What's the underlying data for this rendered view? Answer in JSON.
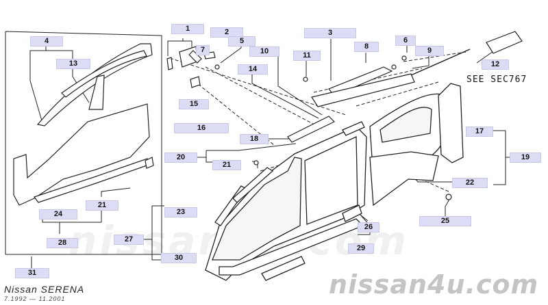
{
  "diagram": {
    "vehicle_title": "Nissan SERENA",
    "production_range": "7.1992 — 11.2001",
    "watermark_text": "nissan4u.com",
    "reference_note": "SEE SEC767",
    "label_color": "#dcdcf4",
    "line_color": "#222222",
    "part_labels": [
      "1",
      "2",
      "3",
      "4",
      "5",
      "6",
      "7",
      "8",
      "9",
      "10",
      "11",
      "12",
      "13",
      "14",
      "15",
      "16",
      "17",
      "18",
      "19",
      "20",
      "21",
      "21",
      "22",
      "23",
      "24",
      "25",
      "26",
      "27",
      "28",
      "29",
      "30",
      "31"
    ]
  }
}
